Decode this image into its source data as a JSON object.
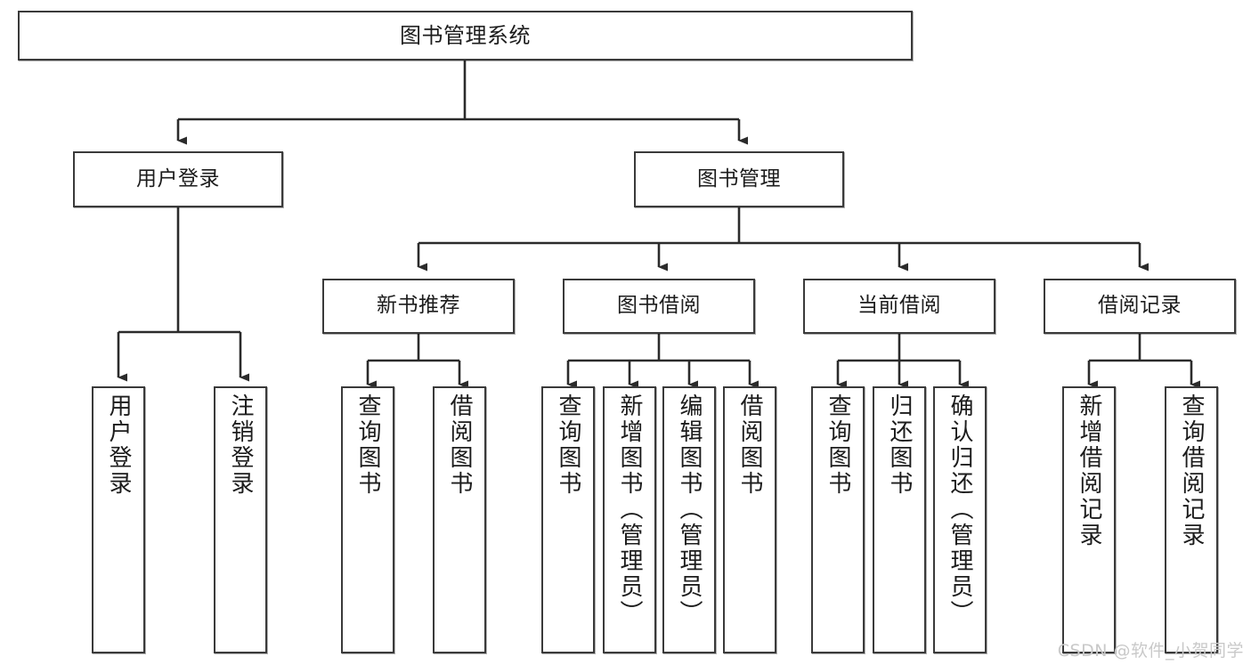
{
  "diagram": {
    "type": "tree-hierarchy",
    "title": "图书管理系统",
    "watermark": "CSDN @软件_小贺同学",
    "colors": {
      "box_border": "#3a3a3a",
      "box_fill": "#ffffff",
      "connector": "#2b2b2b",
      "text": "#1c1c1c",
      "watermark": "#c9c9c9"
    },
    "levels": [
      {
        "level": 1,
        "nodes": [
          {
            "id": "root",
            "label": "图书管理系统",
            "orientation": "horizontal"
          }
        ]
      },
      {
        "level": 2,
        "nodes": [
          {
            "id": "login",
            "label": "用户登录",
            "orientation": "horizontal",
            "parent": "root"
          },
          {
            "id": "bookmgmt",
            "label": "图书管理",
            "orientation": "horizontal",
            "parent": "root"
          }
        ]
      },
      {
        "level": 3,
        "nodes": [
          {
            "id": "newbook",
            "label": "新书推荐",
            "orientation": "horizontal",
            "parent": "bookmgmt"
          },
          {
            "id": "borrow",
            "label": "图书借阅",
            "orientation": "horizontal",
            "parent": "bookmgmt"
          },
          {
            "id": "current",
            "label": "当前借阅",
            "orientation": "horizontal",
            "parent": "bookmgmt"
          },
          {
            "id": "records",
            "label": "借阅记录",
            "orientation": "horizontal",
            "parent": "bookmgmt"
          }
        ]
      },
      {
        "level": 4,
        "nodes": [
          {
            "id": "leaf-user-login",
            "label": "用户登录",
            "orientation": "vertical",
            "parent": "login"
          },
          {
            "id": "leaf-user-logout",
            "label": "注销登录",
            "orientation": "vertical",
            "parent": "login"
          },
          {
            "id": "leaf-new-query",
            "label": "查询图书",
            "orientation": "vertical",
            "parent": "newbook"
          },
          {
            "id": "leaf-new-borrow",
            "label": "借阅图书",
            "orientation": "vertical",
            "parent": "newbook"
          },
          {
            "id": "leaf-borrow-query",
            "label": "查询图书",
            "orientation": "vertical",
            "parent": "borrow"
          },
          {
            "id": "leaf-borrow-add",
            "label": "新增图书（管理员）",
            "orientation": "vertical",
            "parent": "borrow"
          },
          {
            "id": "leaf-borrow-edit",
            "label": "编辑图书（管理员）",
            "orientation": "vertical",
            "parent": "borrow"
          },
          {
            "id": "leaf-borrow-lend",
            "label": "借阅图书",
            "orientation": "vertical",
            "parent": "borrow"
          },
          {
            "id": "leaf-current-query",
            "label": "查询图书",
            "orientation": "vertical",
            "parent": "current"
          },
          {
            "id": "leaf-current-return",
            "label": "归还图书",
            "orientation": "vertical",
            "parent": "current"
          },
          {
            "id": "leaf-current-confirm",
            "label": "确认归还（管理员）",
            "orientation": "vertical",
            "parent": "current"
          },
          {
            "id": "leaf-record-add",
            "label": "新增借阅记录",
            "orientation": "vertical",
            "parent": "records"
          },
          {
            "id": "leaf-record-query",
            "label": "查询借阅记录",
            "orientation": "vertical",
            "parent": "records"
          }
        ]
      }
    ]
  }
}
